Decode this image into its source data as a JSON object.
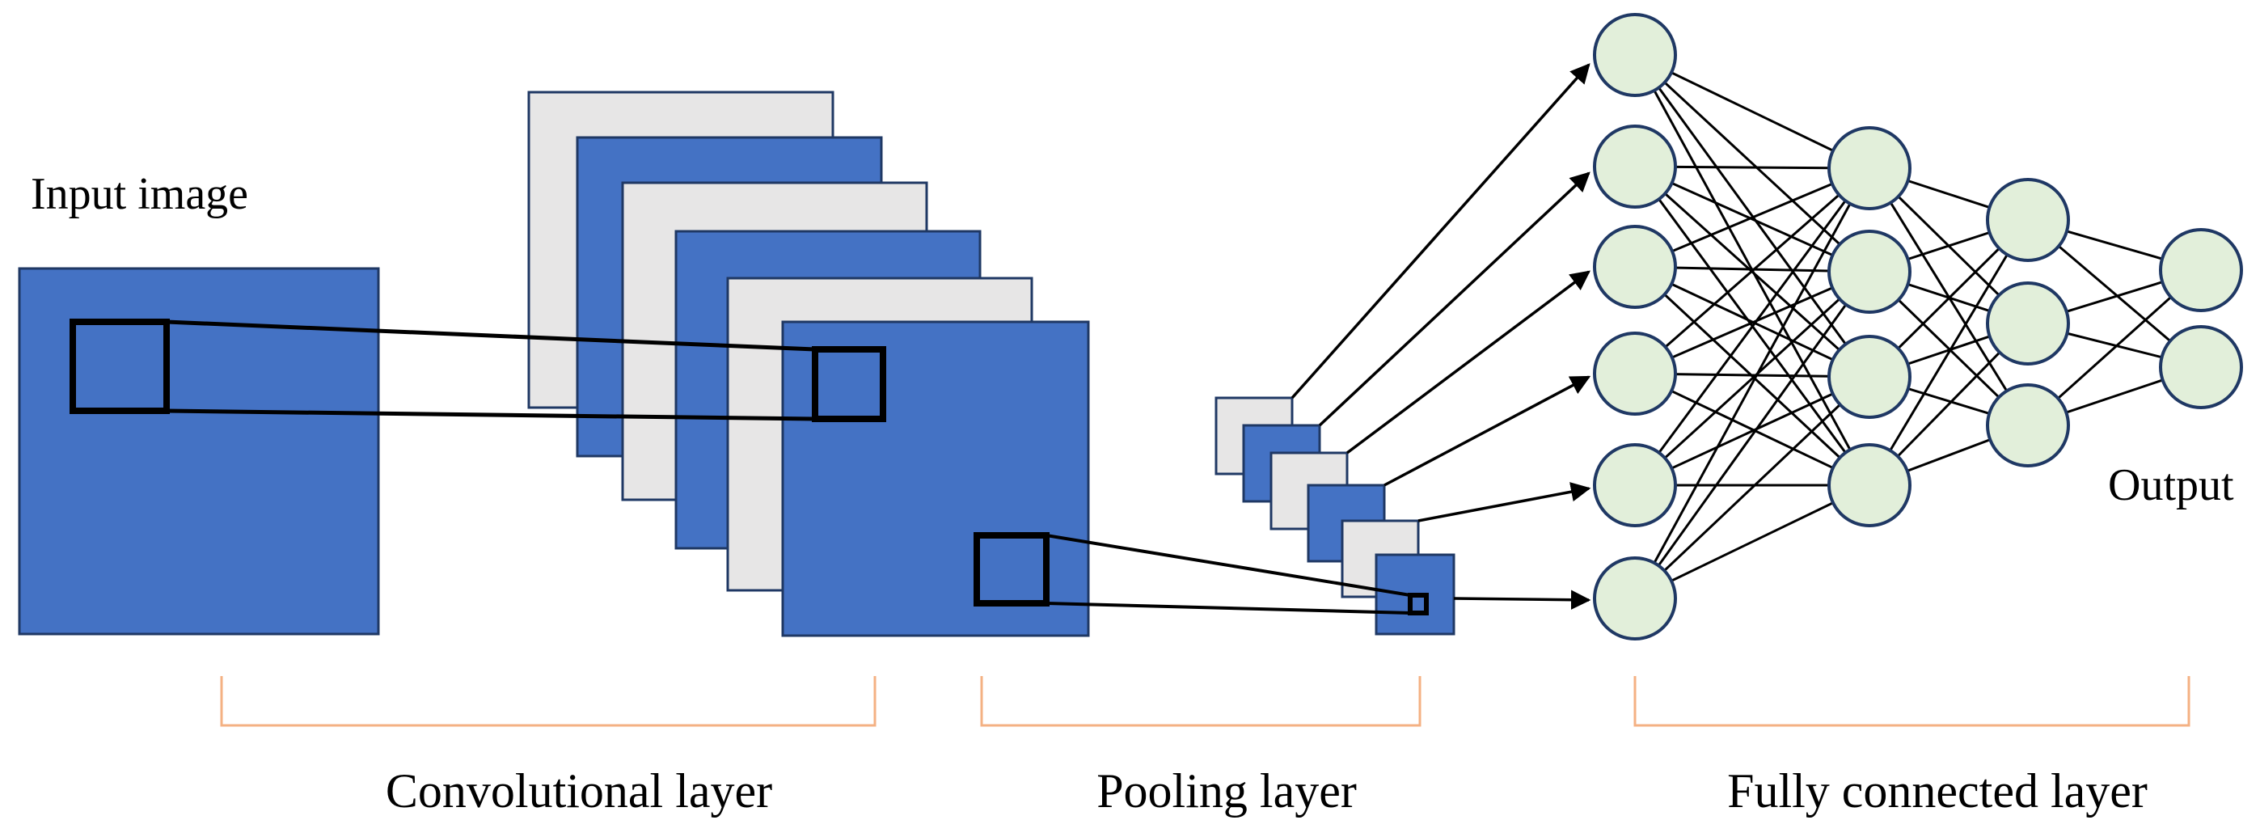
{
  "labels": {
    "input_image": "Input image",
    "output": "Output",
    "convolutional_layer": "Convolutional layer",
    "pooling_layer": "Pooling layer",
    "fully_connected_layer": "Fully connected layer"
  },
  "colors": {
    "feature_map_blue": "#4472C4",
    "feature_map_grey": "#E7E6E6",
    "neuron_fill": "#E2EFDA",
    "outline": "#1F3864",
    "neuron_outline": "#1F3864",
    "bracket": "#F4B183",
    "line": "#000000"
  },
  "network": {
    "conv_feature_maps": 6,
    "pool_feature_maps": 6,
    "fc_layer_sizes": [
      6,
      4,
      3,
      2
    ]
  }
}
